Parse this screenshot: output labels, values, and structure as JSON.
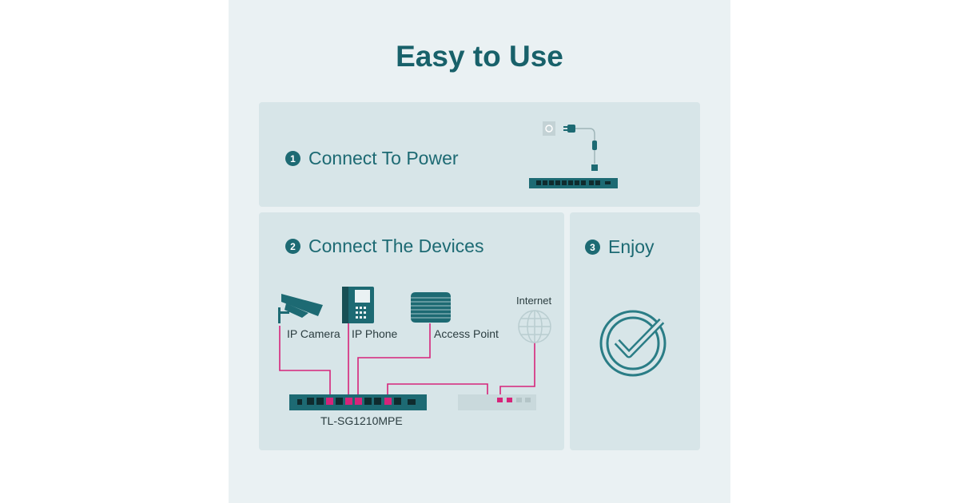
{
  "title": "Easy to Use",
  "steps": [
    {
      "num": "1",
      "label": "Connect To Power"
    },
    {
      "num": "2",
      "label": "Connect The Devices"
    },
    {
      "num": "3",
      "label": "Enjoy"
    }
  ],
  "devices": {
    "camera": "IP Camera",
    "phone": "IP Phone",
    "ap": "Access Point",
    "internet": "Internet",
    "switch": "TL-SG1210MPE"
  },
  "colors": {
    "teal": "#1d6a73",
    "pink": "#d6247a",
    "panel": "#d7e5e8"
  }
}
